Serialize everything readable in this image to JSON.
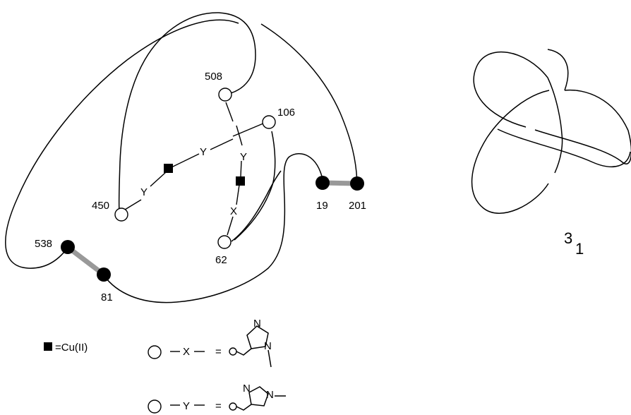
{
  "residues": {
    "r508": "508",
    "r106": "106",
    "r450": "450",
    "r62": "62",
    "r19": "19",
    "r201": "201",
    "r538": "538",
    "r81": "81"
  },
  "links": {
    "y1": "Y",
    "y2": "Y",
    "y3": "Y",
    "x1": "X"
  },
  "knot": {
    "main": "3",
    "sub": "1"
  },
  "legend": {
    "cu_label": "=Cu(II)",
    "x_row": {
      "symbol": "X",
      "eq": "="
    },
    "y_row": {
      "symbol": "Y",
      "eq": "="
    },
    "ring_atom_n": "N"
  },
  "colors": {
    "crosslink": "#999999",
    "node_filled": "#000000",
    "node_open": "#ffffff"
  }
}
